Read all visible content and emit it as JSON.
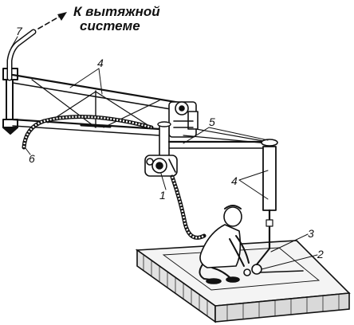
{
  "caption_line1": "К вытяжной",
  "caption_line2": "системе",
  "labels": {
    "l1": "1",
    "l2": "2",
    "l3": "3",
    "l4a": "4",
    "l4b": "4",
    "l5": "5",
    "l6": "6",
    "l7": "7"
  }
}
